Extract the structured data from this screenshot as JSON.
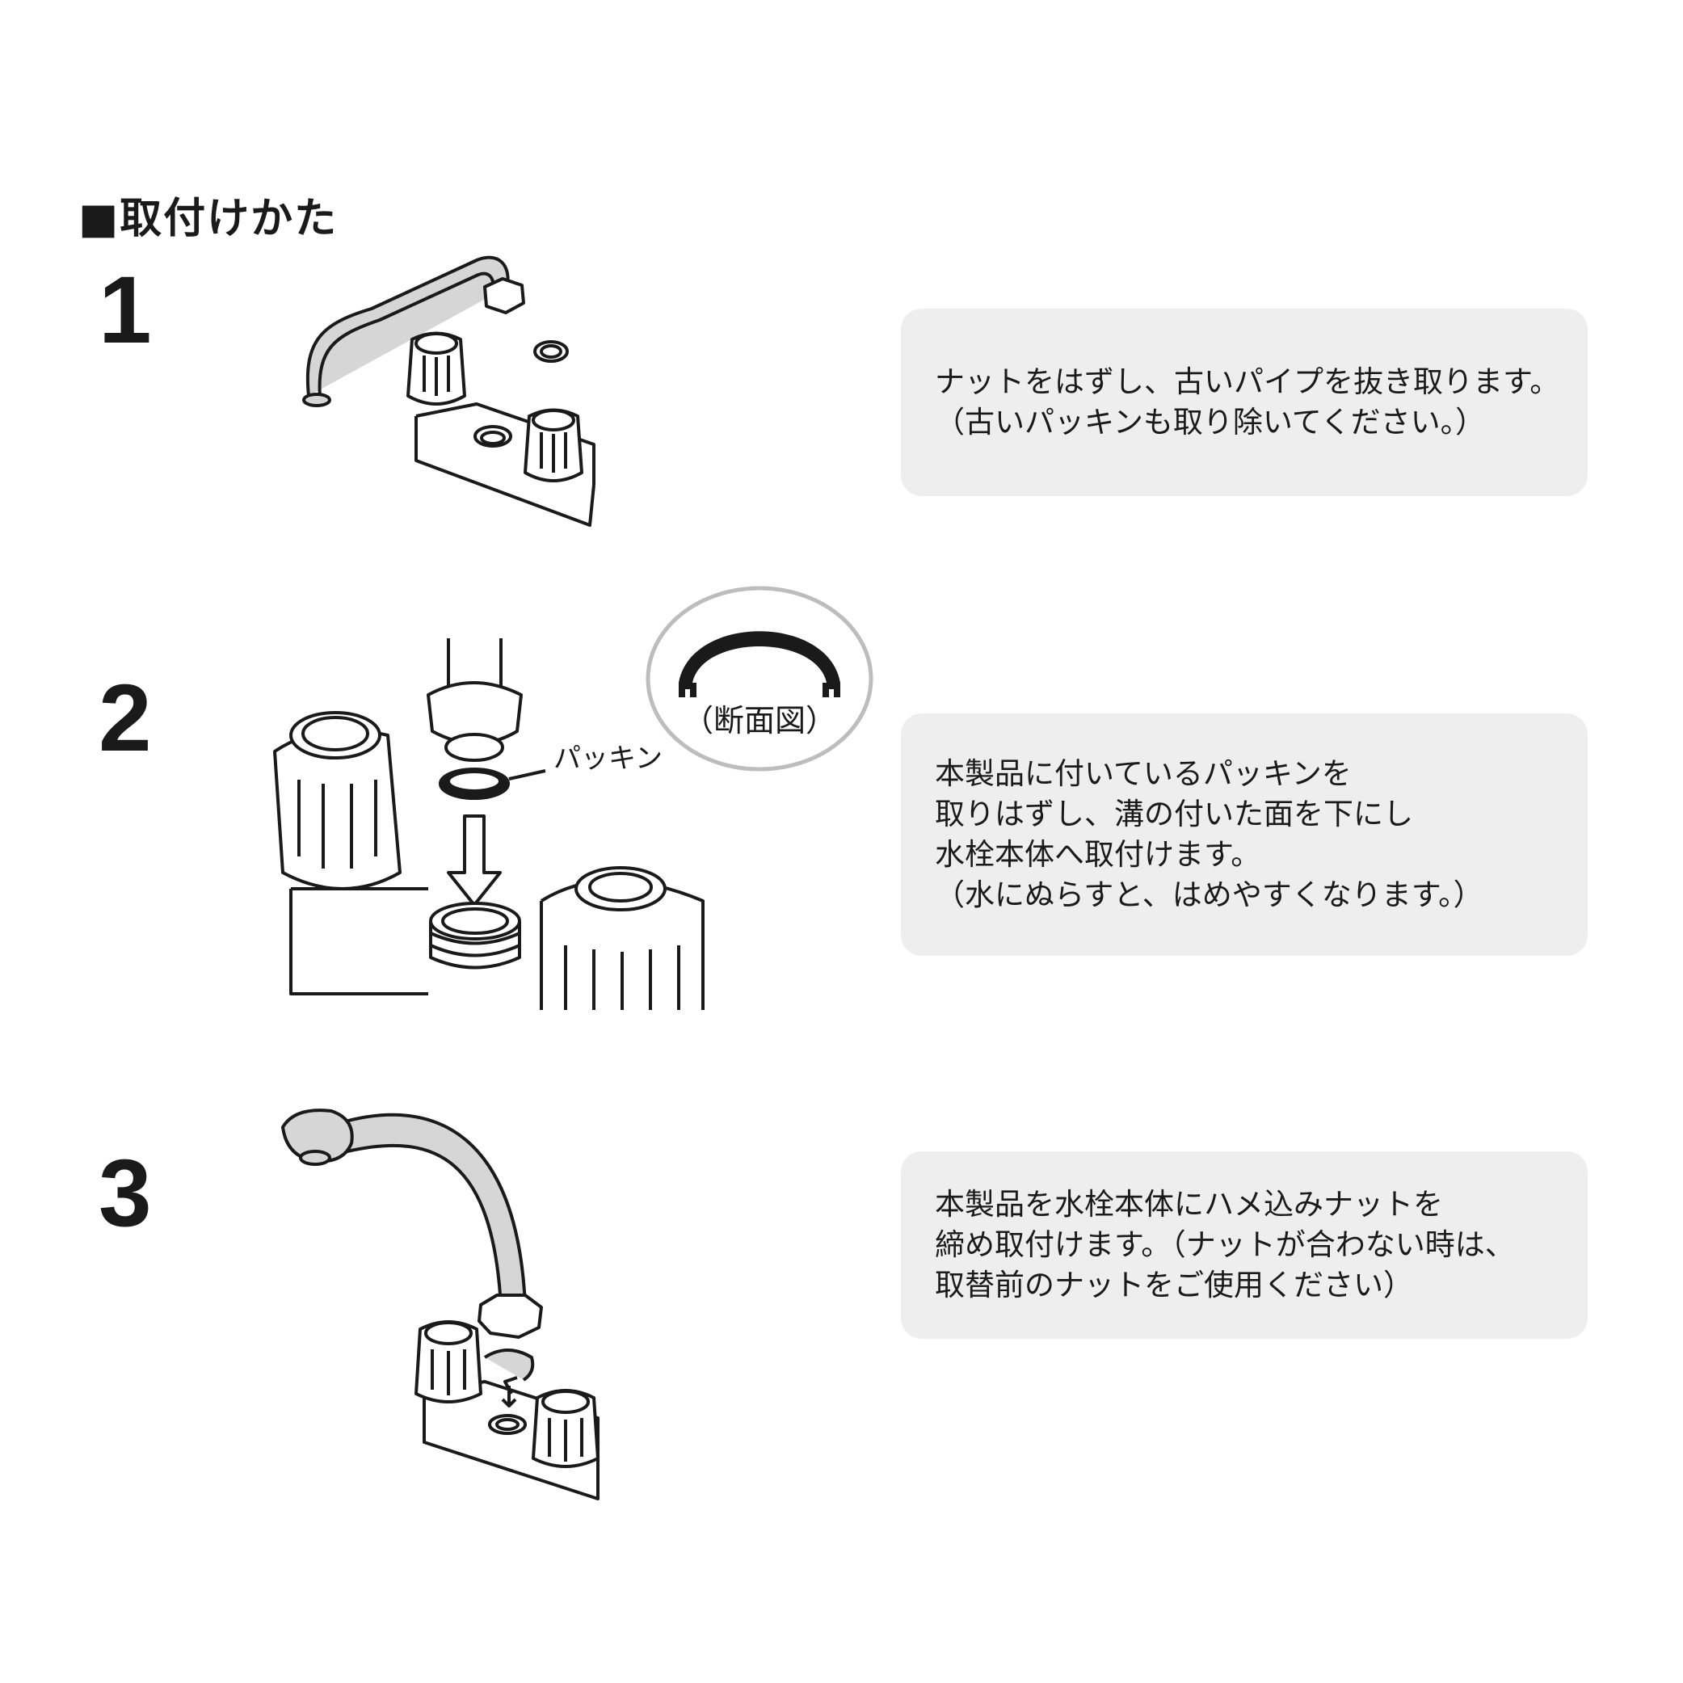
{
  "heading": "■取付けかた",
  "steps": [
    {
      "number": "1",
      "lines": [
        "ナットをはずし、古いパイプを抜き取ります。",
        "（古いパッキンも取り除いてください。）"
      ]
    },
    {
      "number": "2",
      "lines": [
        "本製品に付いているパッキンを",
        "取りはずし、溝の付いた面を下にし",
        "水栓本体へ取付けます。",
        "（水にぬらすと、はめやすくなります。）"
      ]
    },
    {
      "number": "3",
      "lines": [
        "本製品を水栓本体にハメ込みナットを",
        "締め取付けます。（ナットが合わない時は、",
        "取替前のナットをご使用ください）"
      ]
    }
  ],
  "labels": {
    "packing": "パッキン",
    "cross_section": "（断面図）"
  },
  "colors": {
    "note_background": "#eeeeee",
    "pipe_fill": "#d6d6d6",
    "outline": "#1a1a1a"
  },
  "icons": [
    "faucet-removal-illustration",
    "packing-insertion-illustration",
    "faucet-install-illustration",
    "cross-section-diagram"
  ]
}
